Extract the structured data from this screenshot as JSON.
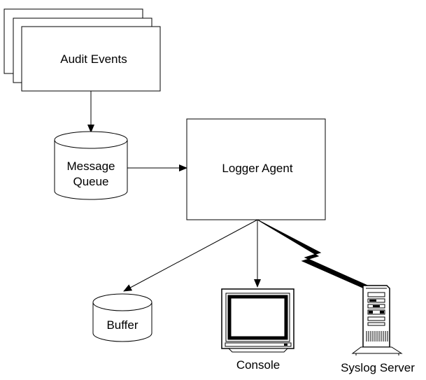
{
  "nodes": {
    "audit_events": {
      "label": "Audit Events",
      "shape": "document-stack"
    },
    "message_queue": {
      "label_lines": [
        "Message",
        "Queue"
      ],
      "shape": "cylinder"
    },
    "logger_agent": {
      "label": "Logger Agent",
      "shape": "rectangle"
    },
    "buffer": {
      "label": "Buffer",
      "shape": "cylinder"
    },
    "console": {
      "label": "Console",
      "shape": "monitor-icon"
    },
    "syslog_server": {
      "label": "Syslog Server",
      "shape": "server-tower-icon"
    }
  },
  "edges": [
    {
      "from": "audit_events",
      "to": "message_queue",
      "style": "arrow"
    },
    {
      "from": "message_queue",
      "to": "logger_agent",
      "style": "arrow"
    },
    {
      "from": "logger_agent",
      "to": "buffer",
      "style": "arrow"
    },
    {
      "from": "logger_agent",
      "to": "console",
      "style": "arrow"
    },
    {
      "from": "logger_agent",
      "to": "syslog_server",
      "style": "lightning-bolt"
    }
  ]
}
